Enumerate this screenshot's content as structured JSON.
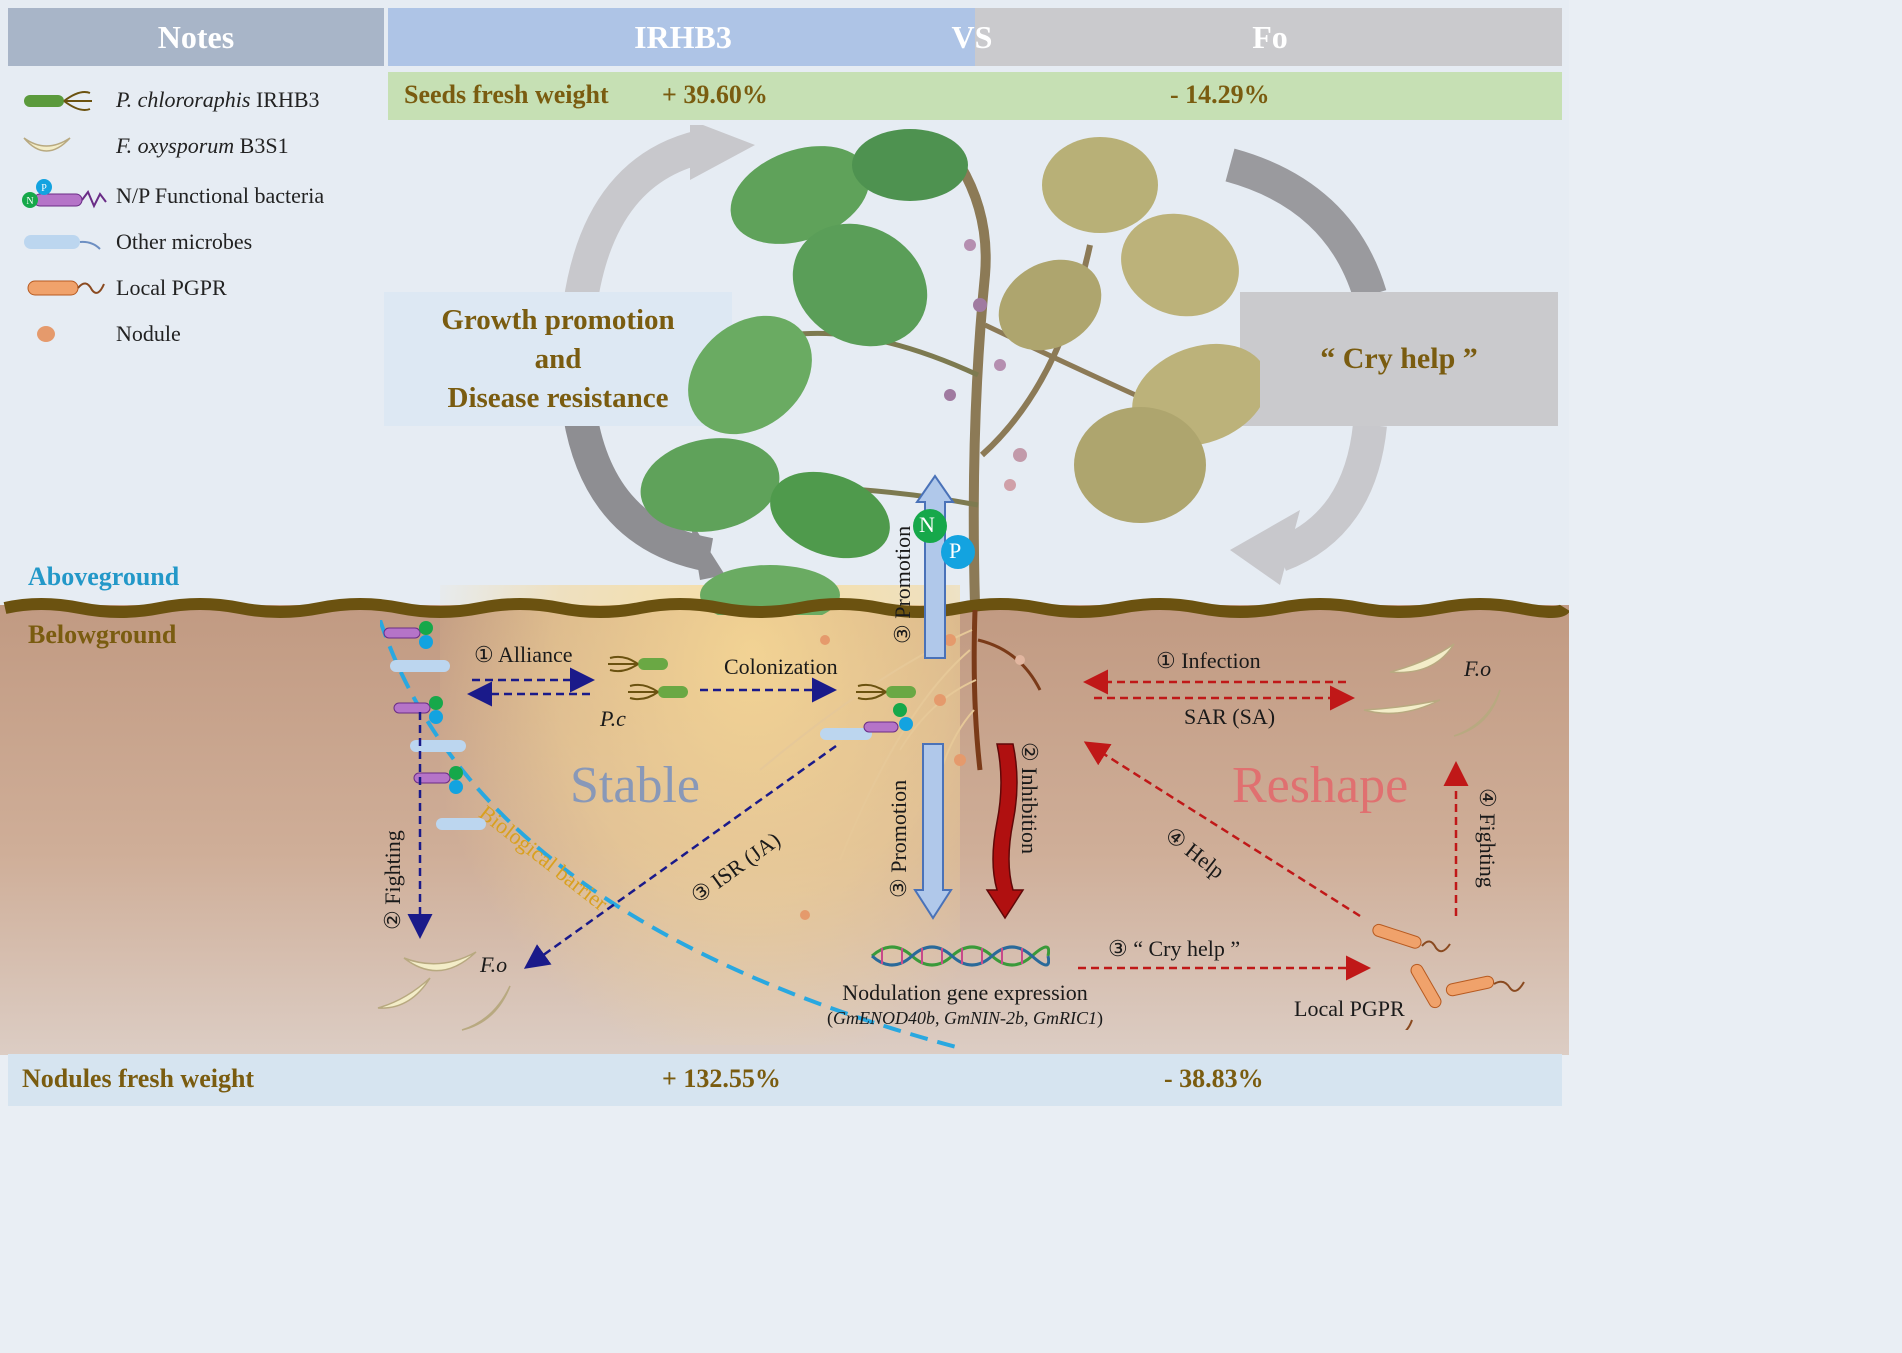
{
  "header": {
    "notes": "Notes",
    "irhb3": "IRHB3",
    "vs": "VS",
    "fo": "Fo"
  },
  "seeds": {
    "label": "Seeds fresh weight",
    "irhb3_value": "+ 39.60%",
    "fo_value": "- 14.29%"
  },
  "legend": [
    {
      "icon": "pseudomonas-bacterium-icon",
      "italic": "P. chlororaphis",
      "text": " IRHB3"
    },
    {
      "icon": "fusarium-spore-icon",
      "italic": "F. oxysporum",
      "text": " B3S1"
    },
    {
      "icon": "np-bacterium-icon",
      "italic": "",
      "text": "N/P Functional bacteria"
    },
    {
      "icon": "microbe-icon",
      "italic": "",
      "text": "Other microbes"
    },
    {
      "icon": "pgpr-bacterium-icon",
      "italic": "",
      "text": "Local PGPR"
    },
    {
      "icon": "nodule-icon",
      "italic": "",
      "text": "Nodule"
    }
  ],
  "center_boxes": {
    "growth_line1": "Growth promotion",
    "growth_line2": "and",
    "growth_line3": "Disease resistance",
    "cry_help": "“ Cry help ”"
  },
  "zones": {
    "aboveground": "Aboveground",
    "belowground": "Belowground",
    "stable": "Stable",
    "reshape": "Reshape",
    "barrier": "Biological barrier"
  },
  "left_labels": {
    "alliance": "① Alliance",
    "colonization": "Colonization",
    "pc": "P.c",
    "fighting": "② Fighting",
    "isr": "③ ISR (JA)",
    "fo": "F.o"
  },
  "middle_labels": {
    "promotion_up": "③ Promotion",
    "promotion_down": "③ Promotion",
    "inhibition": "② Inhibition",
    "n": "N",
    "p": "P",
    "gene_title": "Nodulation gene expression",
    "gene_open": "(",
    "gene1": "GmENOD40b",
    "gene_sep1": ", ",
    "gene2": "GmNIN-2b",
    "gene_sep2": ", ",
    "gene3": "GmRIC1",
    "gene_close": ")"
  },
  "right_labels": {
    "infection": "① Infection",
    "sar": "SAR (SA)",
    "fo": "F.o",
    "help": "④ Help",
    "fighting": "④ Fighting",
    "cry_help": "③ “ Cry help ”",
    "pgpr": "Local PGPR"
  },
  "nodules": {
    "label": "Nodules fresh weight",
    "irhb3_value": "+ 132.55%",
    "fo_value": "- 38.83%"
  },
  "colors": {
    "notes_header": "#a8b5c8",
    "irhb3_header": "#aec4e6",
    "fo_header": "#c8c8cc",
    "seeds_bar": "#c6e0b4",
    "bottom_bar": "#d6e4f0",
    "soil": "#c9a58e",
    "soil_line": "#6b5210",
    "title_olive": "#7a5c10",
    "aboveground_blue": "#2398c8",
    "stable": "#8898b8",
    "reshape": "#e07070",
    "navy_arrow": "#1a1a8a",
    "red_arrow": "#c01818"
  }
}
